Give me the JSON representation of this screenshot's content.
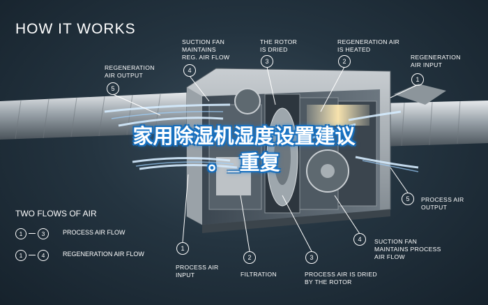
{
  "title": "HOW IT WORKS",
  "overlay": {
    "line1": "家用除湿机湿度设置建议",
    "line2": "。_重复"
  },
  "top_labels": {
    "regen_out": {
      "num": "5",
      "text": "REGENERATION\nAIR OUTPUT"
    },
    "suction_regen": {
      "num": "4",
      "text": "SUCTION FAN\nMAINTAINS\nREG. AIR FLOW"
    },
    "rotor_dried": {
      "num": "3",
      "text": "THE ROTOR\nIS DRIED"
    },
    "regen_heated": {
      "num": "2",
      "text": "REGENERATION AIR\nIS HEATED"
    },
    "regen_in": {
      "num": "1",
      "text": "REGENERATION\nAIR INPUT"
    }
  },
  "bottom_labels": {
    "process_in": {
      "num": "1",
      "text": "PROCESS AIR\nINPUT"
    },
    "filtration": {
      "num": "2",
      "text": "FILTRATION"
    },
    "process_dried": {
      "num": "3",
      "text": "PROCESS AIR IS DRIED\nBY THE ROTOR"
    },
    "suction_process": {
      "num": "4",
      "text": "SUCTION FAN\nMAINTAINS PROCESS\nAIR FLOW"
    },
    "process_out": {
      "num": "5",
      "text": "PROCESS AIR\nOUTPUT"
    }
  },
  "legend": {
    "title": "TWO FLOWS OF AIR",
    "rows": [
      {
        "from": "1",
        "to": "3",
        "label": "PROCESS AIR FLOW"
      },
      {
        "from": "1",
        "to": "4",
        "label": "REGENERATION AIR FLOW"
      }
    ]
  }
}
